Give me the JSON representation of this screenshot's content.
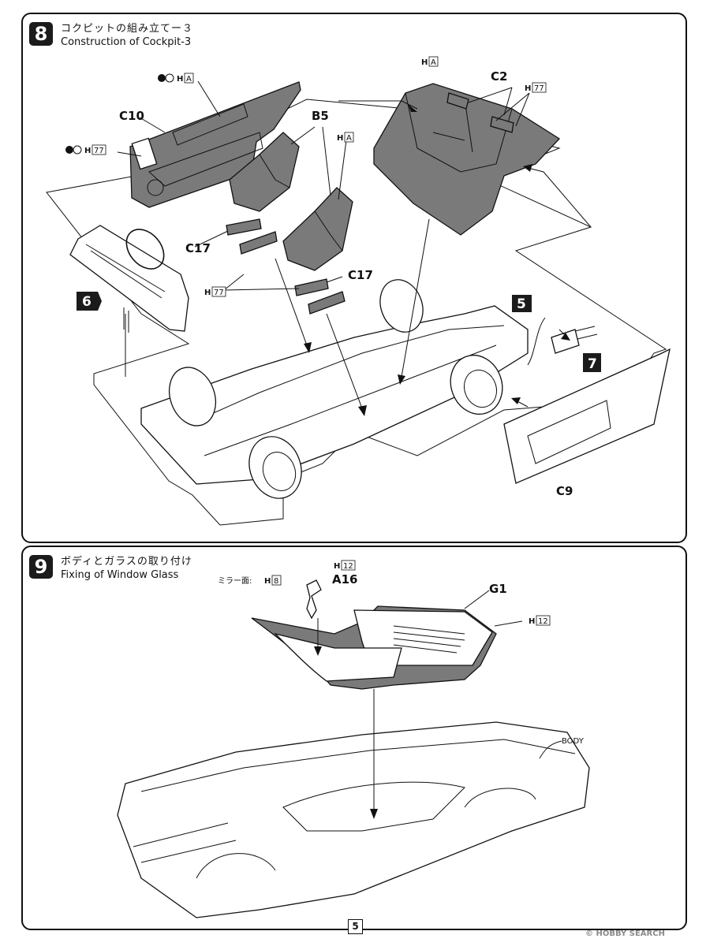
{
  "steps": [
    {
      "number": "8",
      "title_jp": "コクピットの組み立てー３",
      "title_en": "Construction of Cockpit-3"
    },
    {
      "number": "9",
      "title_jp": "ボディとガラスの取り付け",
      "title_en": "Fixing of Window Glass"
    }
  ],
  "step8": {
    "parts": {
      "c10": "C10",
      "b5": "B5",
      "c2": "C2",
      "c17_a": "C17",
      "c17_b": "C17",
      "c9": "C9"
    },
    "paint": {
      "h_a_top": "H",
      "h_a_top_code": "A",
      "h_77_left": "H",
      "h_77_left_code": "77",
      "h_a_seat": "H",
      "h_a_seat_code": "A",
      "h_a_rear": "H",
      "h_a_rear_code": "A",
      "h_77_c2": "H",
      "h_77_c2_code": "77",
      "h_77_c17": "H",
      "h_77_c17_code": "77"
    },
    "step_refs": {
      "ref6": "6",
      "ref5": "5",
      "ref7": "7"
    }
  },
  "step9": {
    "parts": {
      "a16": "A16",
      "g1": "G1",
      "body": "BODY"
    },
    "paint": {
      "h_12_a16": "H",
      "h_12_a16_code": "12",
      "mirror_label": "ミラー面:",
      "mirror_h": "H",
      "mirror_code": "8",
      "h_12_g1": "H",
      "h_12_g1_code": "12"
    }
  },
  "page_number": "5",
  "watermark": "© HOBBY SEARCH"
}
